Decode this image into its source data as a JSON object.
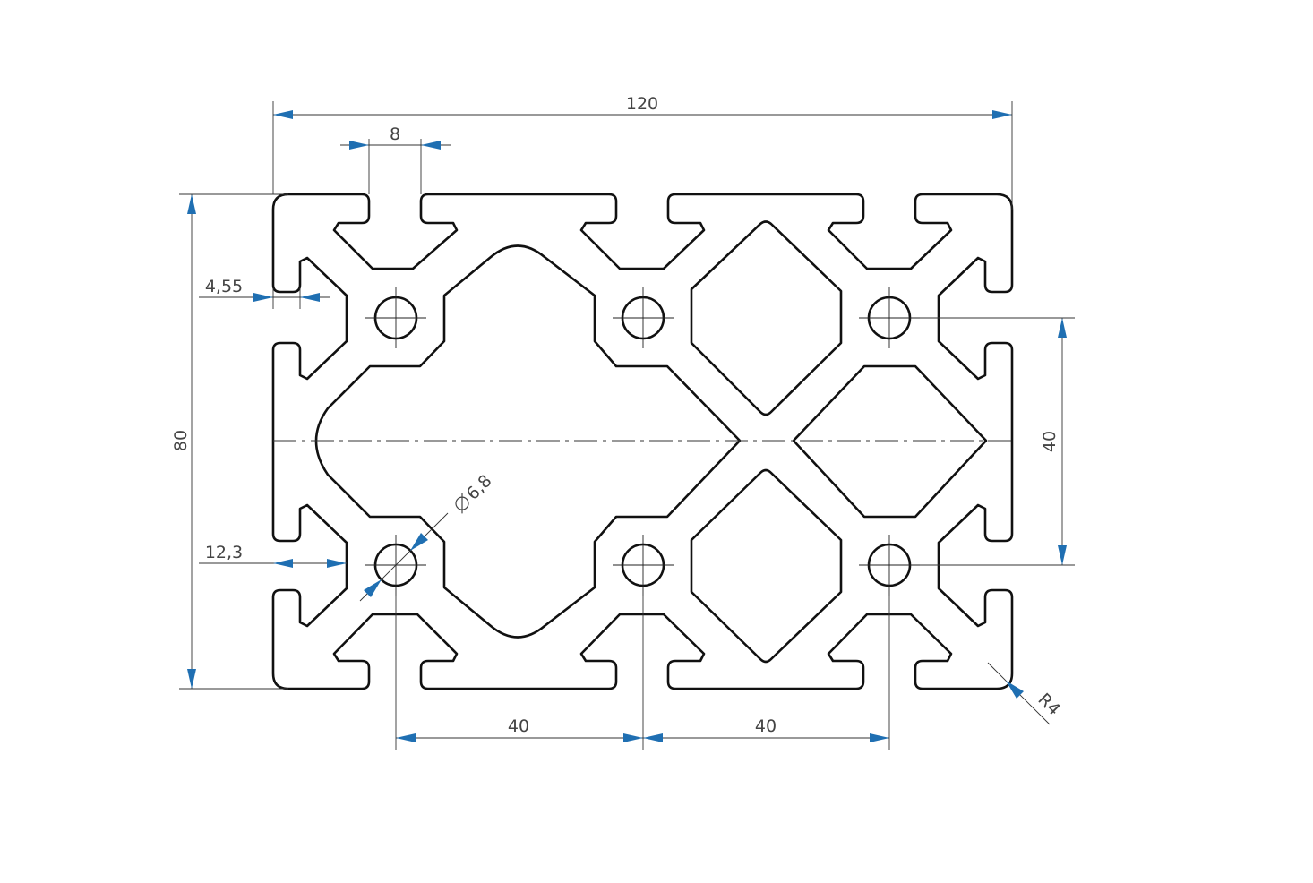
{
  "drawing": {
    "dimensions": {
      "overall_width": "120",
      "slot_width": "8",
      "slot_depth": "4,55",
      "overall_height": "80",
      "edge_offset": "12,3",
      "bore_diameter": "6,8",
      "vertical_pitch": "40",
      "horizontal_pitch_left": "40",
      "horizontal_pitch_right": "40",
      "corner_radius": "R4"
    },
    "colors": {
      "outline": "#111111",
      "dimension_line": "#333333",
      "arrowhead": "#1f6fb2",
      "text": "#444444"
    }
  }
}
